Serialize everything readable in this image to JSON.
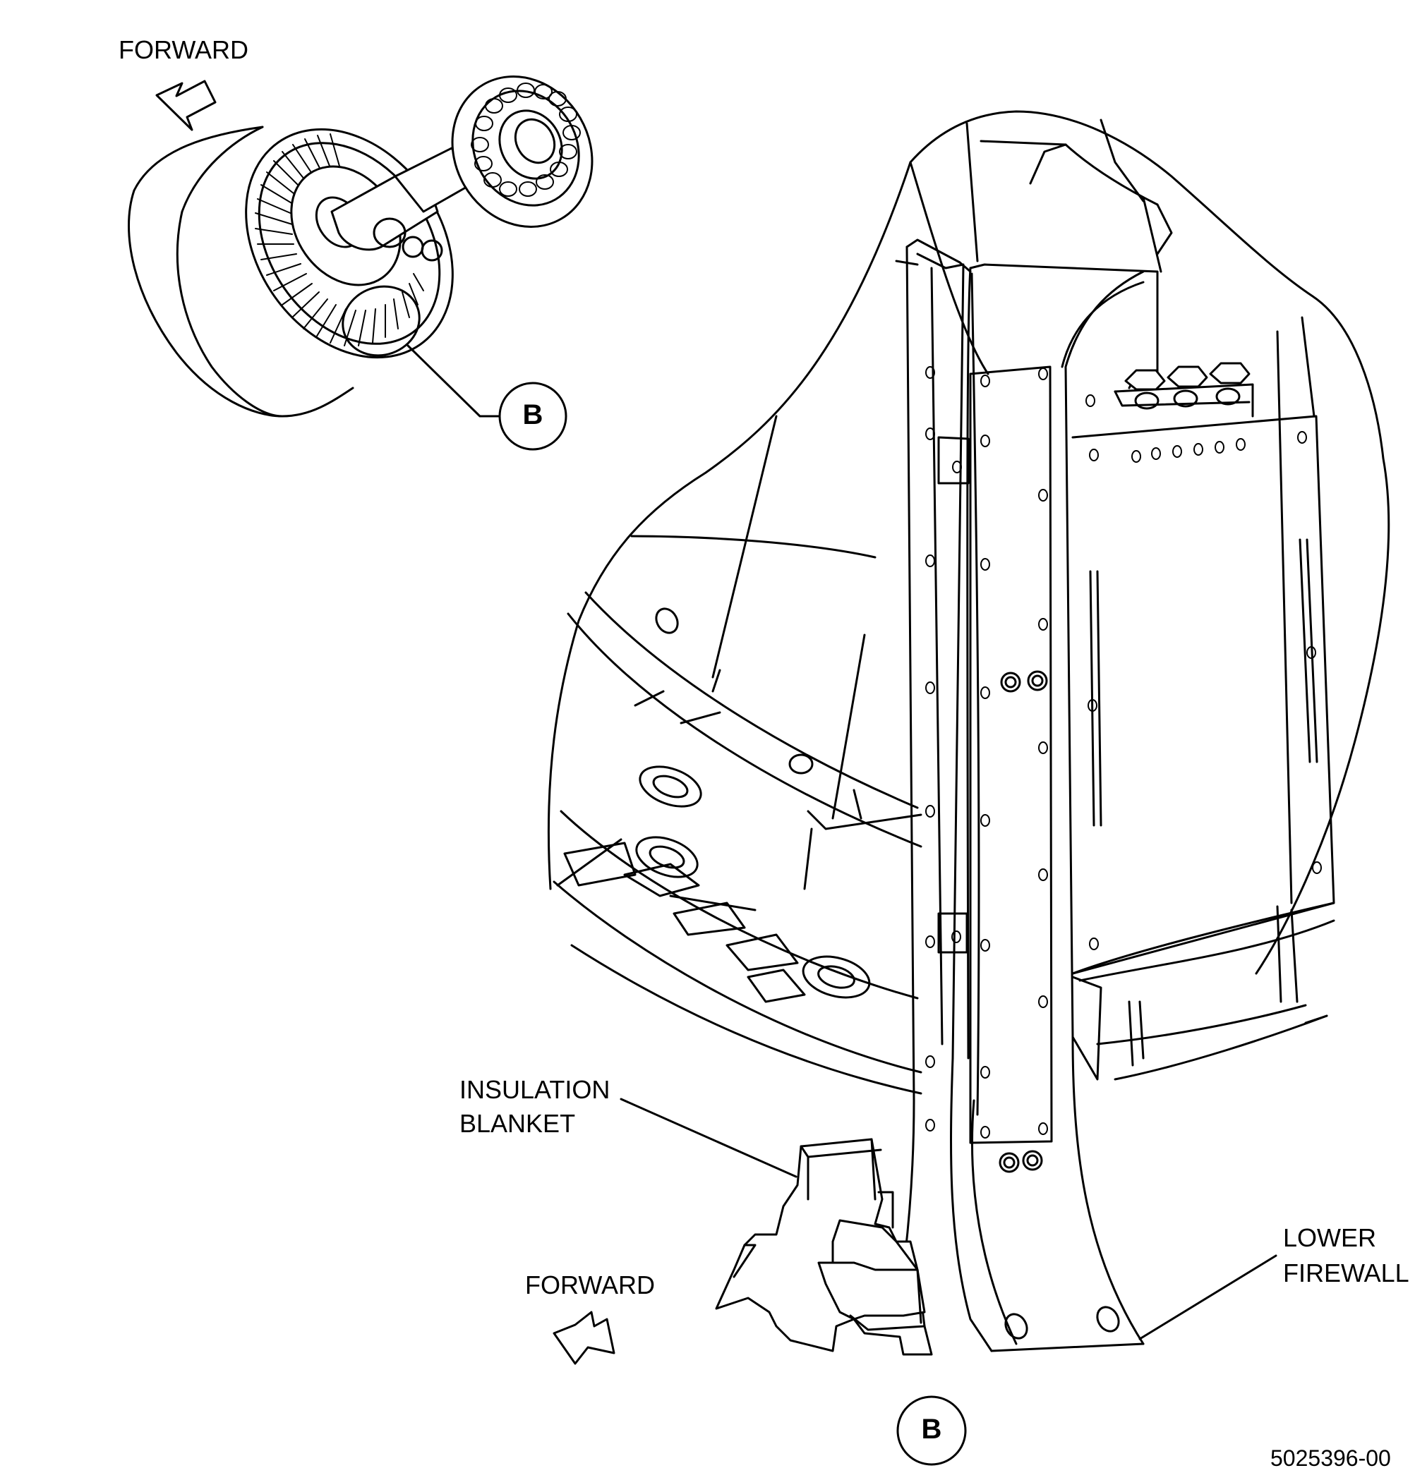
{
  "labels": {
    "forward_top": "FORWARD",
    "forward_bottom": "FORWARD",
    "insulation_line1": "INSULATION",
    "insulation_line2": "BLANKET",
    "firewall_line1": "LOWER",
    "firewall_line2": "FIREWALL",
    "detail_callout": "B",
    "detail_view": "B",
    "figure_number": "5025396-00"
  }
}
